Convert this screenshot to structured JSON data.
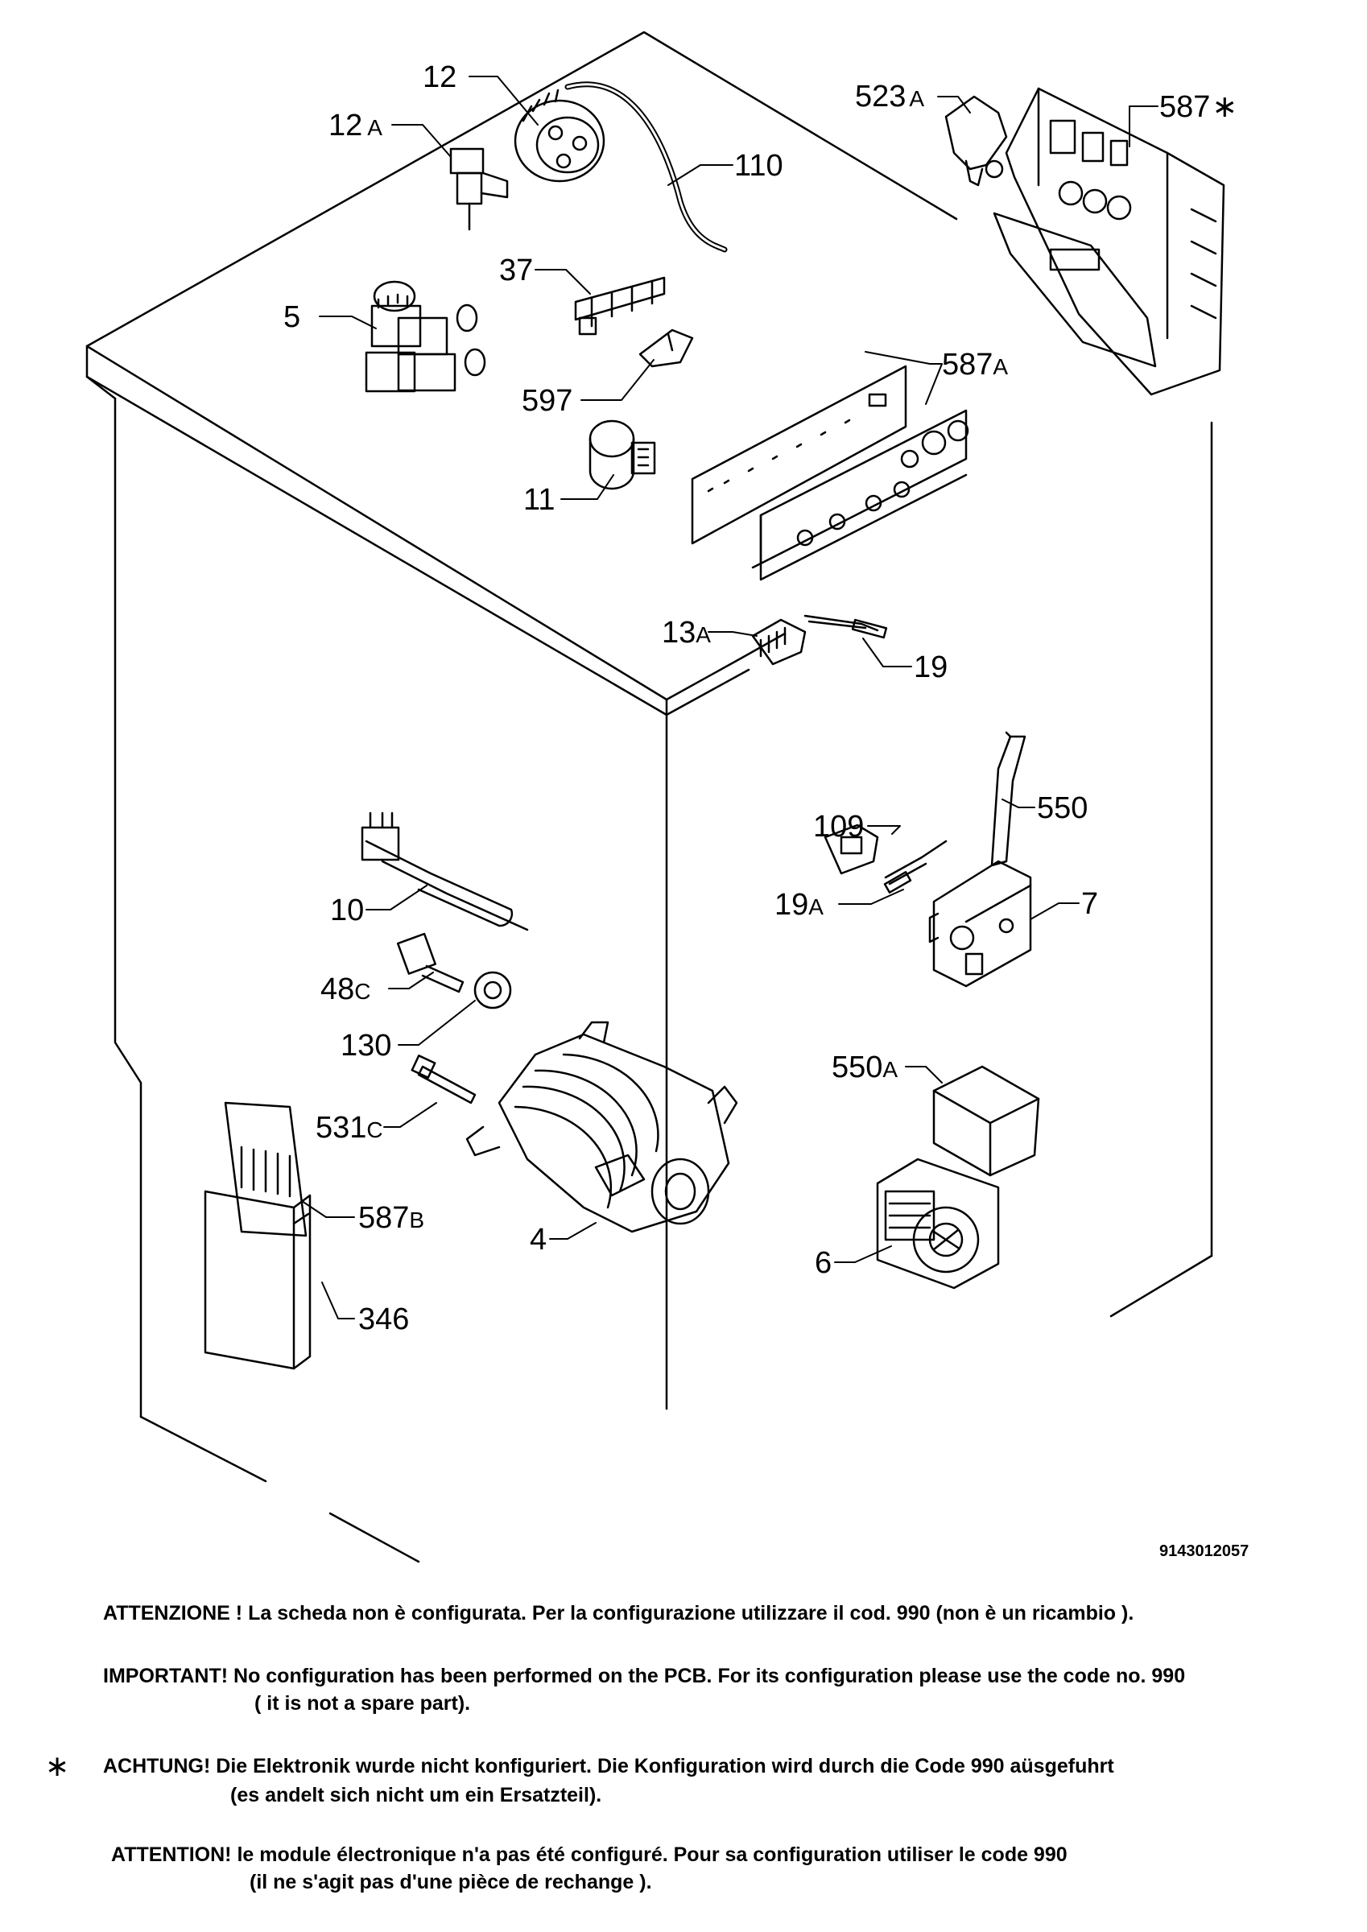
{
  "parts": [
    {
      "id": "p12",
      "label": "12",
      "suffix": ""
    },
    {
      "id": "p12A",
      "label": "12",
      "suffix": "A"
    },
    {
      "id": "p110",
      "label": "110",
      "suffix": ""
    },
    {
      "id": "p37",
      "label": "37",
      "suffix": ""
    },
    {
      "id": "p5",
      "label": "5",
      "suffix": ""
    },
    {
      "id": "p597",
      "label": "597",
      "suffix": ""
    },
    {
      "id": "p11",
      "label": "11",
      "suffix": ""
    },
    {
      "id": "p523A",
      "label": "523",
      "suffix": "A"
    },
    {
      "id": "p587star",
      "label": "587",
      "suffix": "∗"
    },
    {
      "id": "p587A",
      "label": "587",
      "suffix": "A"
    },
    {
      "id": "p13A",
      "label": "13",
      "suffix": "A"
    },
    {
      "id": "p19",
      "label": "19",
      "suffix": ""
    },
    {
      "id": "p550",
      "label": "550",
      "suffix": ""
    },
    {
      "id": "p109",
      "label": "109",
      "suffix": ""
    },
    {
      "id": "p19A",
      "label": "19",
      "suffix": "A"
    },
    {
      "id": "p7",
      "label": "7",
      "suffix": ""
    },
    {
      "id": "p10",
      "label": "10",
      "suffix": ""
    },
    {
      "id": "p48C",
      "label": "48",
      "suffix": "C"
    },
    {
      "id": "p130",
      "label": "130",
      "suffix": ""
    },
    {
      "id": "p550A",
      "label": "550",
      "suffix": "A"
    },
    {
      "id": "p531C",
      "label": "531",
      "suffix": "C"
    },
    {
      "id": "p587B",
      "label": "587",
      "suffix": "B"
    },
    {
      "id": "p4",
      "label": "4",
      "suffix": ""
    },
    {
      "id": "p6",
      "label": "6",
      "suffix": ""
    },
    {
      "id": "p346",
      "label": "346",
      "suffix": ""
    }
  ],
  "drawing_number": "9143012057",
  "notes": {
    "it": {
      "line1": "ATTENZIONE ! La scheda non è  configurata. Per la configurazione utilizzare il cod. 990 (non è un ricambio )."
    },
    "en": {
      "line1": "IMPORTANT! No configuration has been performed on the PCB. For its configuration please use the code no. 990",
      "line2": "( it is not a spare part)."
    },
    "de": {
      "star": "∗",
      "line1": "ACHTUNG! Die Elektronik wurde nicht konfiguriert. Die Konfiguration wird durch die Code 990 aüsgefuhrt",
      "line2": "(es andelt sich nicht um ein Ersatzteil)."
    },
    "fr": {
      "line1": "ATTENTION! le module électronique n'a pas été configuré. Pour  sa configuration utiliser le code 990",
      "line2": "(il ne s'agit pas d'une pièce de rechange )."
    }
  }
}
